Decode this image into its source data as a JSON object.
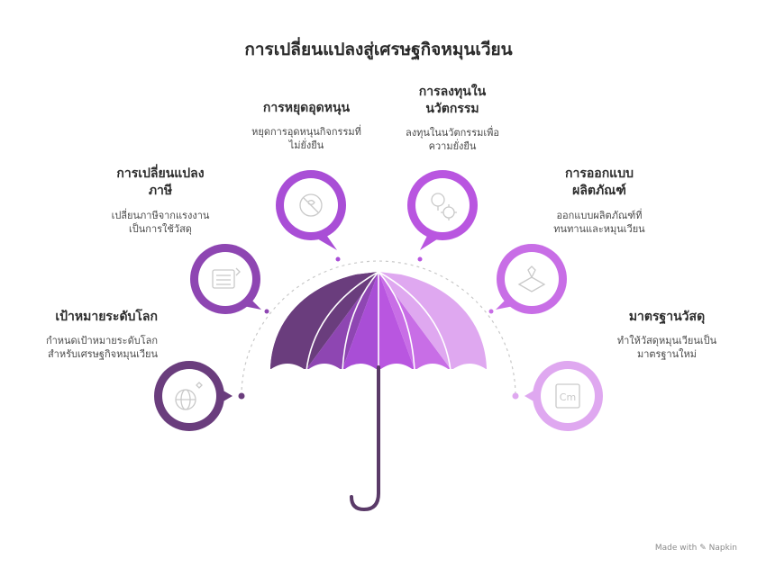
{
  "title": "การเปลี่ยนแปลงสู่เศรษฐกิจหมุนเวียน",
  "footer": "Made with ✎ Napkin",
  "items": [
    {
      "heading": "เป้าหมายระดับโลก",
      "desc_line1": "กำหนดเป้าหมายระดับโลก",
      "desc_line2": "สำหรับเศรษฐกิจหมุนเวียน",
      "icon": "globe-icon",
      "color": "#6a3d7d"
    },
    {
      "heading": "การเปลี่ยนแปลง",
      "heading_line2": "ภาษี",
      "desc_line1": "เปลี่ยนภาษีจากแรงงาน",
      "desc_line2": "เป็นการใช้วัสดุ",
      "icon": "calculator-icon",
      "color": "#8e46b2"
    },
    {
      "heading": "การหยุดอุดหนุน",
      "desc_line1": "หยุดการอุดหนุนกิจกรรมที่",
      "desc_line2": "ไม่ยั่งยืน",
      "icon": "no-subsidy-icon",
      "color": "#a94ed6"
    },
    {
      "heading": "การลงทุนใน",
      "heading_line2": "นวัตกรรม",
      "desc_line1": "ลงทุนในนวัตกรรมเพื่อ",
      "desc_line2": "ความยั่งยืน",
      "icon": "innovation-icon",
      "color": "#b956e0"
    },
    {
      "heading": "การออกแบบ",
      "heading_line2": "ผลิตภัณฑ์",
      "desc_line1": "ออกแบบผลิตภัณฑ์ที่",
      "desc_line2": "ทนทานและหมุนเวียน",
      "icon": "design-icon",
      "color": "#c86ee6"
    },
    {
      "heading": "มาตรฐานวัสดุ",
      "desc_line1": "ทำให้วัสดุหมุนเวียนเป็น",
      "desc_line2": "มาตรฐานใหม่",
      "icon": "material-standard-icon",
      "color": "#dfa8f0"
    }
  ],
  "umbrella_colors": [
    "#6a3d7d",
    "#8e46b2",
    "#a94ed6",
    "#b956e0",
    "#c86ee6",
    "#dfa8f0"
  ],
  "handle_color": "#5a3a68"
}
